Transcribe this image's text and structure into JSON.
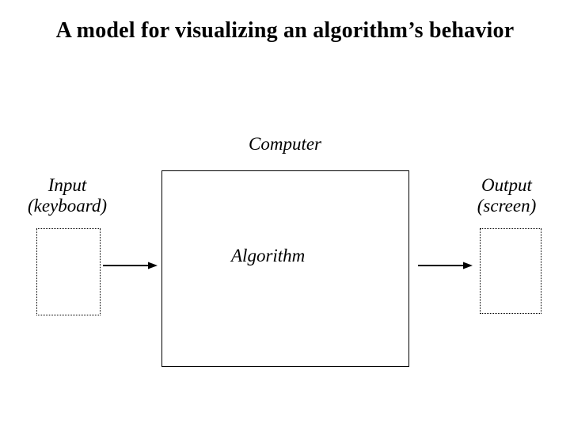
{
  "slide": {
    "title": "A model for visualizing an algorithm’s behavior",
    "computer_label": "Computer",
    "algorithm_label": "Algorithm",
    "input_label": {
      "line1": "Input",
      "line2": "(keyboard)"
    },
    "output_label": {
      "line1": "Output",
      "line2": "(screen)"
    },
    "icons": {
      "input_arrow": "right-arrow",
      "output_arrow": "right-arrow"
    },
    "colors": {
      "background": "#ffffff",
      "text": "#000000",
      "line": "#000000"
    }
  }
}
